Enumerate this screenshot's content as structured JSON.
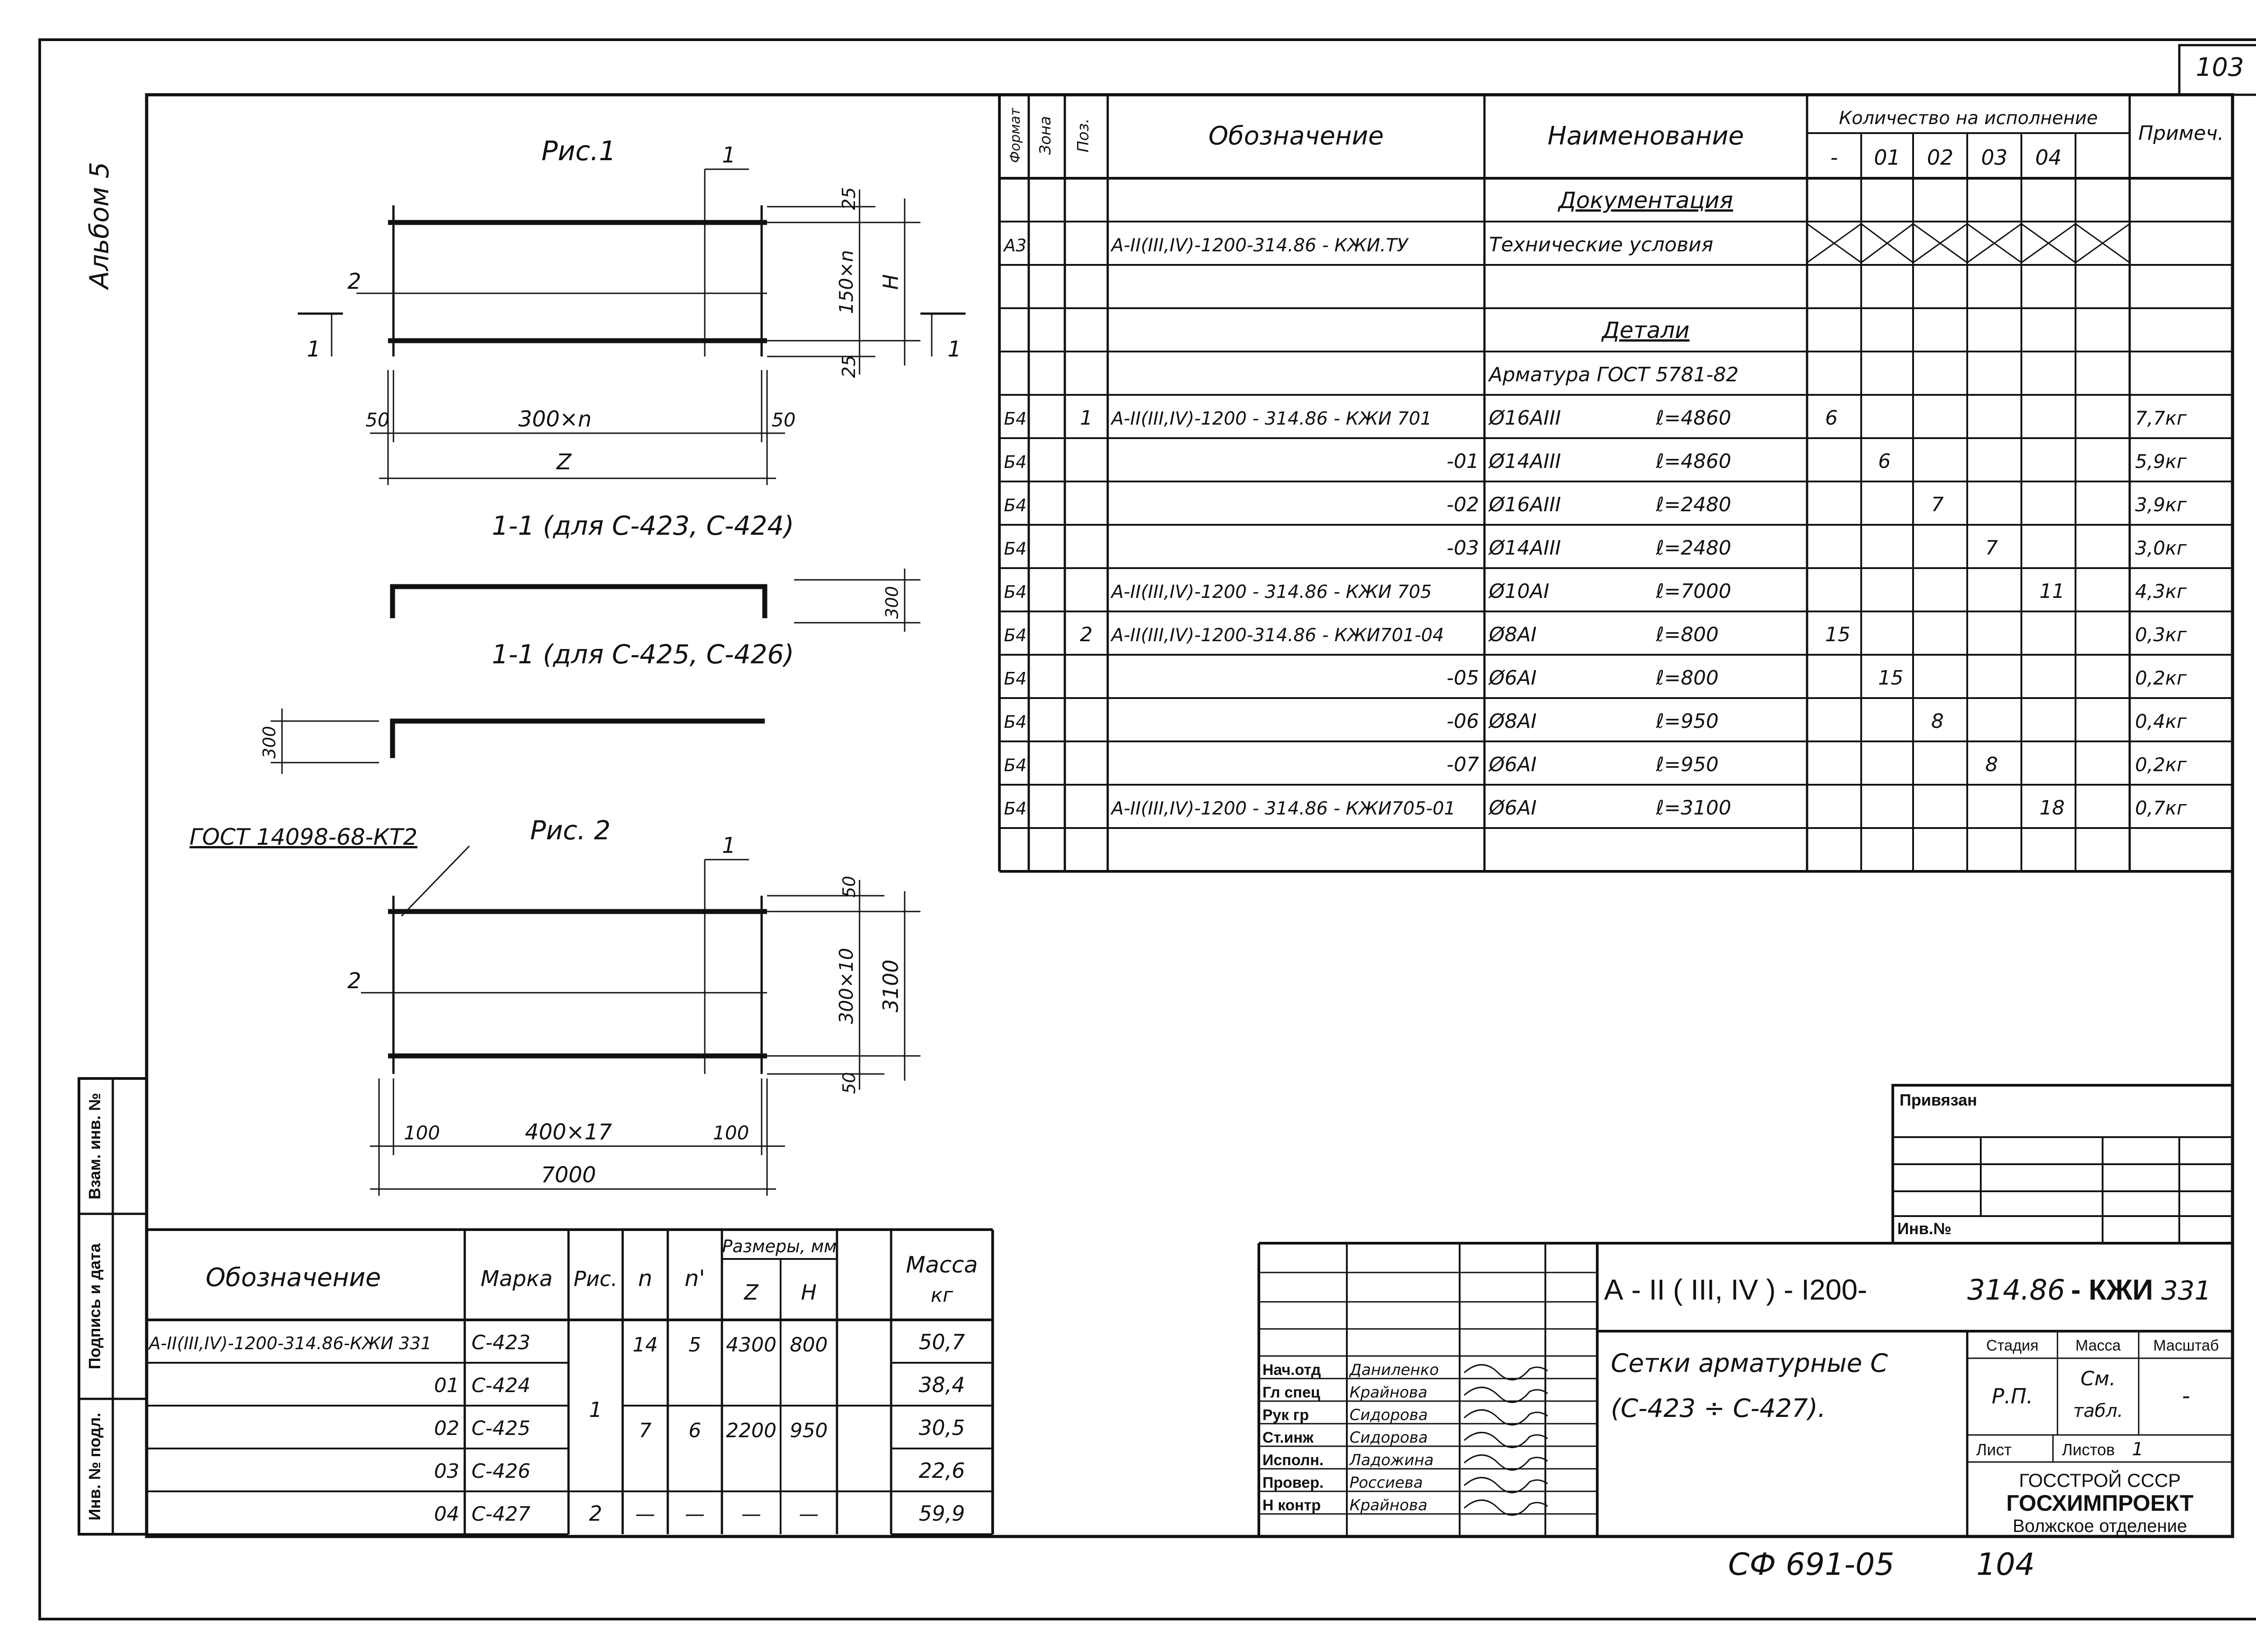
{
  "sheet": {
    "number": "103",
    "album": "Альбом 5",
    "footer_code": "СФ 691-05",
    "footer_page": "104"
  },
  "fig1": {
    "title": "Рис.1",
    "section_mark": "1",
    "pos2": "2",
    "dim_top": "25",
    "dim_mid": "150×n",
    "dim_bot": "25",
    "dim_h": "H",
    "dim_left": "50",
    "dim_span": "300×n",
    "dim_right": "50",
    "dim_total": "Z",
    "section_a": "1-1 (для С-423, С-424)",
    "section_b": "1-1 (для С-425, С-426)",
    "hook_a": "300",
    "hook_b": "300"
  },
  "fig2": {
    "title": "Рис. 2",
    "gost": "ГОСТ 14098-68-КТ2",
    "section_mark": "1",
    "pos2": "2",
    "dim_top": "50",
    "dim_mid": "300×10",
    "dim_bot": "50",
    "dim_h": "3100",
    "dim_left": "100",
    "dim_span": "400×17",
    "dim_right": "100",
    "dim_total": "7000"
  },
  "spec": {
    "headers": {
      "format": "Формат",
      "zone": "Зона",
      "pos": "Поз.",
      "designation": "Обозначение",
      "name": "Наименование",
      "qty": "Количество на исполнение",
      "note": "Примеч."
    },
    "qty_cols": [
      "-",
      "01",
      "02",
      "03",
      "04"
    ],
    "rows": [
      {
        "format": "",
        "pos": "",
        "designation": "",
        "name": "Документация",
        "len": "",
        "q": [
          "",
          "",
          "",
          "",
          ""
        ],
        "note": "",
        "kind": "section"
      },
      {
        "format": "А3",
        "pos": "",
        "designation": "А-II(III,IV)-1200-314.86 - КЖИ.ТУ",
        "name": "Технические условия",
        "len": "",
        "q": [
          "",
          "",
          "",
          "",
          ""
        ],
        "note": "",
        "kind": "crossed"
      },
      {
        "format": "",
        "pos": "",
        "designation": "",
        "name": "",
        "len": "",
        "q": [
          "",
          "",
          "",
          "",
          ""
        ],
        "note": "",
        "kind": "blank"
      },
      {
        "format": "",
        "pos": "",
        "designation": "",
        "name": "Детали",
        "len": "",
        "q": [
          "",
          "",
          "",
          "",
          ""
        ],
        "note": "",
        "kind": "section"
      },
      {
        "format": "",
        "pos": "",
        "designation": "",
        "name": "Арматура ГОСТ 5781-82",
        "len": "",
        "q": [
          "",
          "",
          "",
          "",
          ""
        ],
        "note": "",
        "kind": "sub"
      },
      {
        "format": "Б4",
        "pos": "1",
        "designation": "А-II(III,IV)-1200 - 314.86 - КЖИ 701",
        "name": "Ø16АIII",
        "len": "ℓ=4860",
        "q": [
          "6",
          "",
          "",
          "",
          ""
        ],
        "note": "7,7кг",
        "kind": "item"
      },
      {
        "format": "Б4",
        "pos": "",
        "designation": "-01",
        "name": "Ø14АIII",
        "len": "ℓ=4860",
        "q": [
          "",
          "6",
          "",
          "",
          ""
        ],
        "note": "5,9кг",
        "kind": "item"
      },
      {
        "format": "Б4",
        "pos": "",
        "designation": "-02",
        "name": "Ø16АIII",
        "len": "ℓ=2480",
        "q": [
          "",
          "",
          "7",
          "",
          ""
        ],
        "note": "3,9кг",
        "kind": "item"
      },
      {
        "format": "Б4",
        "pos": "",
        "designation": "-03",
        "name": "Ø14АIII",
        "len": "ℓ=2480",
        "q": [
          "",
          "",
          "",
          "7",
          ""
        ],
        "note": "3,0кг",
        "kind": "item"
      },
      {
        "format": "Б4",
        "pos": "",
        "designation": "А-II(III,IV)-1200 - 314.86 - КЖИ 705",
        "name": "Ø10АI",
        "len": "ℓ=7000",
        "q": [
          "",
          "",
          "",
          "",
          "11"
        ],
        "note": "4,3кг",
        "kind": "item"
      },
      {
        "format": "Б4",
        "pos": "2",
        "designation": "А-II(III,IV)-1200-314.86 - КЖИ701-04",
        "name": "Ø8АI",
        "len": "ℓ=800",
        "q": [
          "15",
          "",
          "",
          "",
          ""
        ],
        "note": "0,3кг",
        "kind": "item"
      },
      {
        "format": "Б4",
        "pos": "",
        "designation": "-05",
        "name": "Ø6АI",
        "len": "ℓ=800",
        "q": [
          "",
          "15",
          "",
          "",
          ""
        ],
        "note": "0,2кг",
        "kind": "item"
      },
      {
        "format": "Б4",
        "pos": "",
        "designation": "-06",
        "name": "Ø8АI",
        "len": "ℓ=950",
        "q": [
          "",
          "",
          "8",
          "",
          ""
        ],
        "note": "0,4кг",
        "kind": "item"
      },
      {
        "format": "Б4",
        "pos": "",
        "designation": "-07",
        "name": "Ø6АI",
        "len": "ℓ=950",
        "q": [
          "",
          "",
          "",
          "8",
          ""
        ],
        "note": "0,2кг",
        "kind": "item"
      },
      {
        "format": "Б4",
        "pos": "",
        "designation": "А-II(III,IV)-1200 - 314.86 - КЖИ705-01",
        "name": "Ø6АI",
        "len": "ℓ=3100",
        "q": [
          "",
          "",
          "",
          "",
          "18"
        ],
        "note": "0,7кг",
        "kind": "item"
      },
      {
        "format": "",
        "pos": "",
        "designation": "",
        "name": "",
        "len": "",
        "q": [
          "",
          "",
          "",
          "",
          ""
        ],
        "note": "",
        "kind": "blank"
      }
    ]
  },
  "marks": {
    "headers": {
      "designation": "Обозначение",
      "mark": "Марка",
      "fig": "Рис.",
      "n": "n",
      "n1": "n'",
      "dims": "Размеры, мм",
      "z": "Z",
      "h": "H",
      "mass": "Масса",
      "mass_unit": "кг"
    },
    "rows": [
      {
        "designation": "А-II(III,IV)-1200-314.86-КЖИ 331",
        "mark": "С-423",
        "mass": "50,7"
      },
      {
        "designation": "01",
        "mark": "С-424",
        "mass": "38,4"
      },
      {
        "designation": "02",
        "mark": "С-425",
        "mass": "30,5"
      },
      {
        "designation": "03",
        "mark": "С-426",
        "mass": "22,6"
      },
      {
        "designation": "04",
        "mark": "С-427",
        "mass": "59,9"
      }
    ],
    "fig_a": "1",
    "fig_b": "2",
    "grp1": {
      "n": "14",
      "n1": "5",
      "z": "4300",
      "h": "800"
    },
    "grp2": {
      "n": "7",
      "n1": "6",
      "z": "2200",
      "h": "950"
    },
    "row5": {
      "n": "—",
      "n1": "—",
      "z": "—",
      "h": "—"
    }
  },
  "side": {
    "vzam": "Взам. инв. №",
    "podp": "Подпись и дата",
    "inv": "Инв. № подл."
  },
  "privyazan": {
    "label": "Привязан",
    "inv": "Инв.№"
  },
  "title": {
    "code_print": "А - II ( III, IV ) - I200-",
    "code_hand": "314.86",
    "code_tail": "- КЖИ",
    "code_num": "331",
    "name_line1": "Сетки арматурные С",
    "name_line2": "(С-423 ÷ С-427).",
    "stage_label": "Стадия",
    "mass_label": "Масса",
    "scale_label": "Масштаб",
    "stage": "Р.П.",
    "mass_1": "См.",
    "mass_2": "табл.",
    "scale": "-",
    "sheet_label": "Лист",
    "sheets_label": "Листов",
    "sheets": "1",
    "org1": "ГОССТРОЙ СССР",
    "org2": "ГОСХИМПРОЕКТ",
    "org3": "Волжское отделение",
    "roles": [
      {
        "role": "Нач.отд",
        "name": "Даниленко"
      },
      {
        "role": "Гл спец",
        "name": "Крайнова"
      },
      {
        "role": "Рук гр",
        "name": "Сидорова"
      },
      {
        "role": "Ст.инж",
        "name": "Сидорова"
      },
      {
        "role": "Исполн.",
        "name": "Ладожина"
      },
      {
        "role": "Провер.",
        "name": "Россиева"
      },
      {
        "role": "Н контр",
        "name": "Крайнова"
      }
    ]
  }
}
